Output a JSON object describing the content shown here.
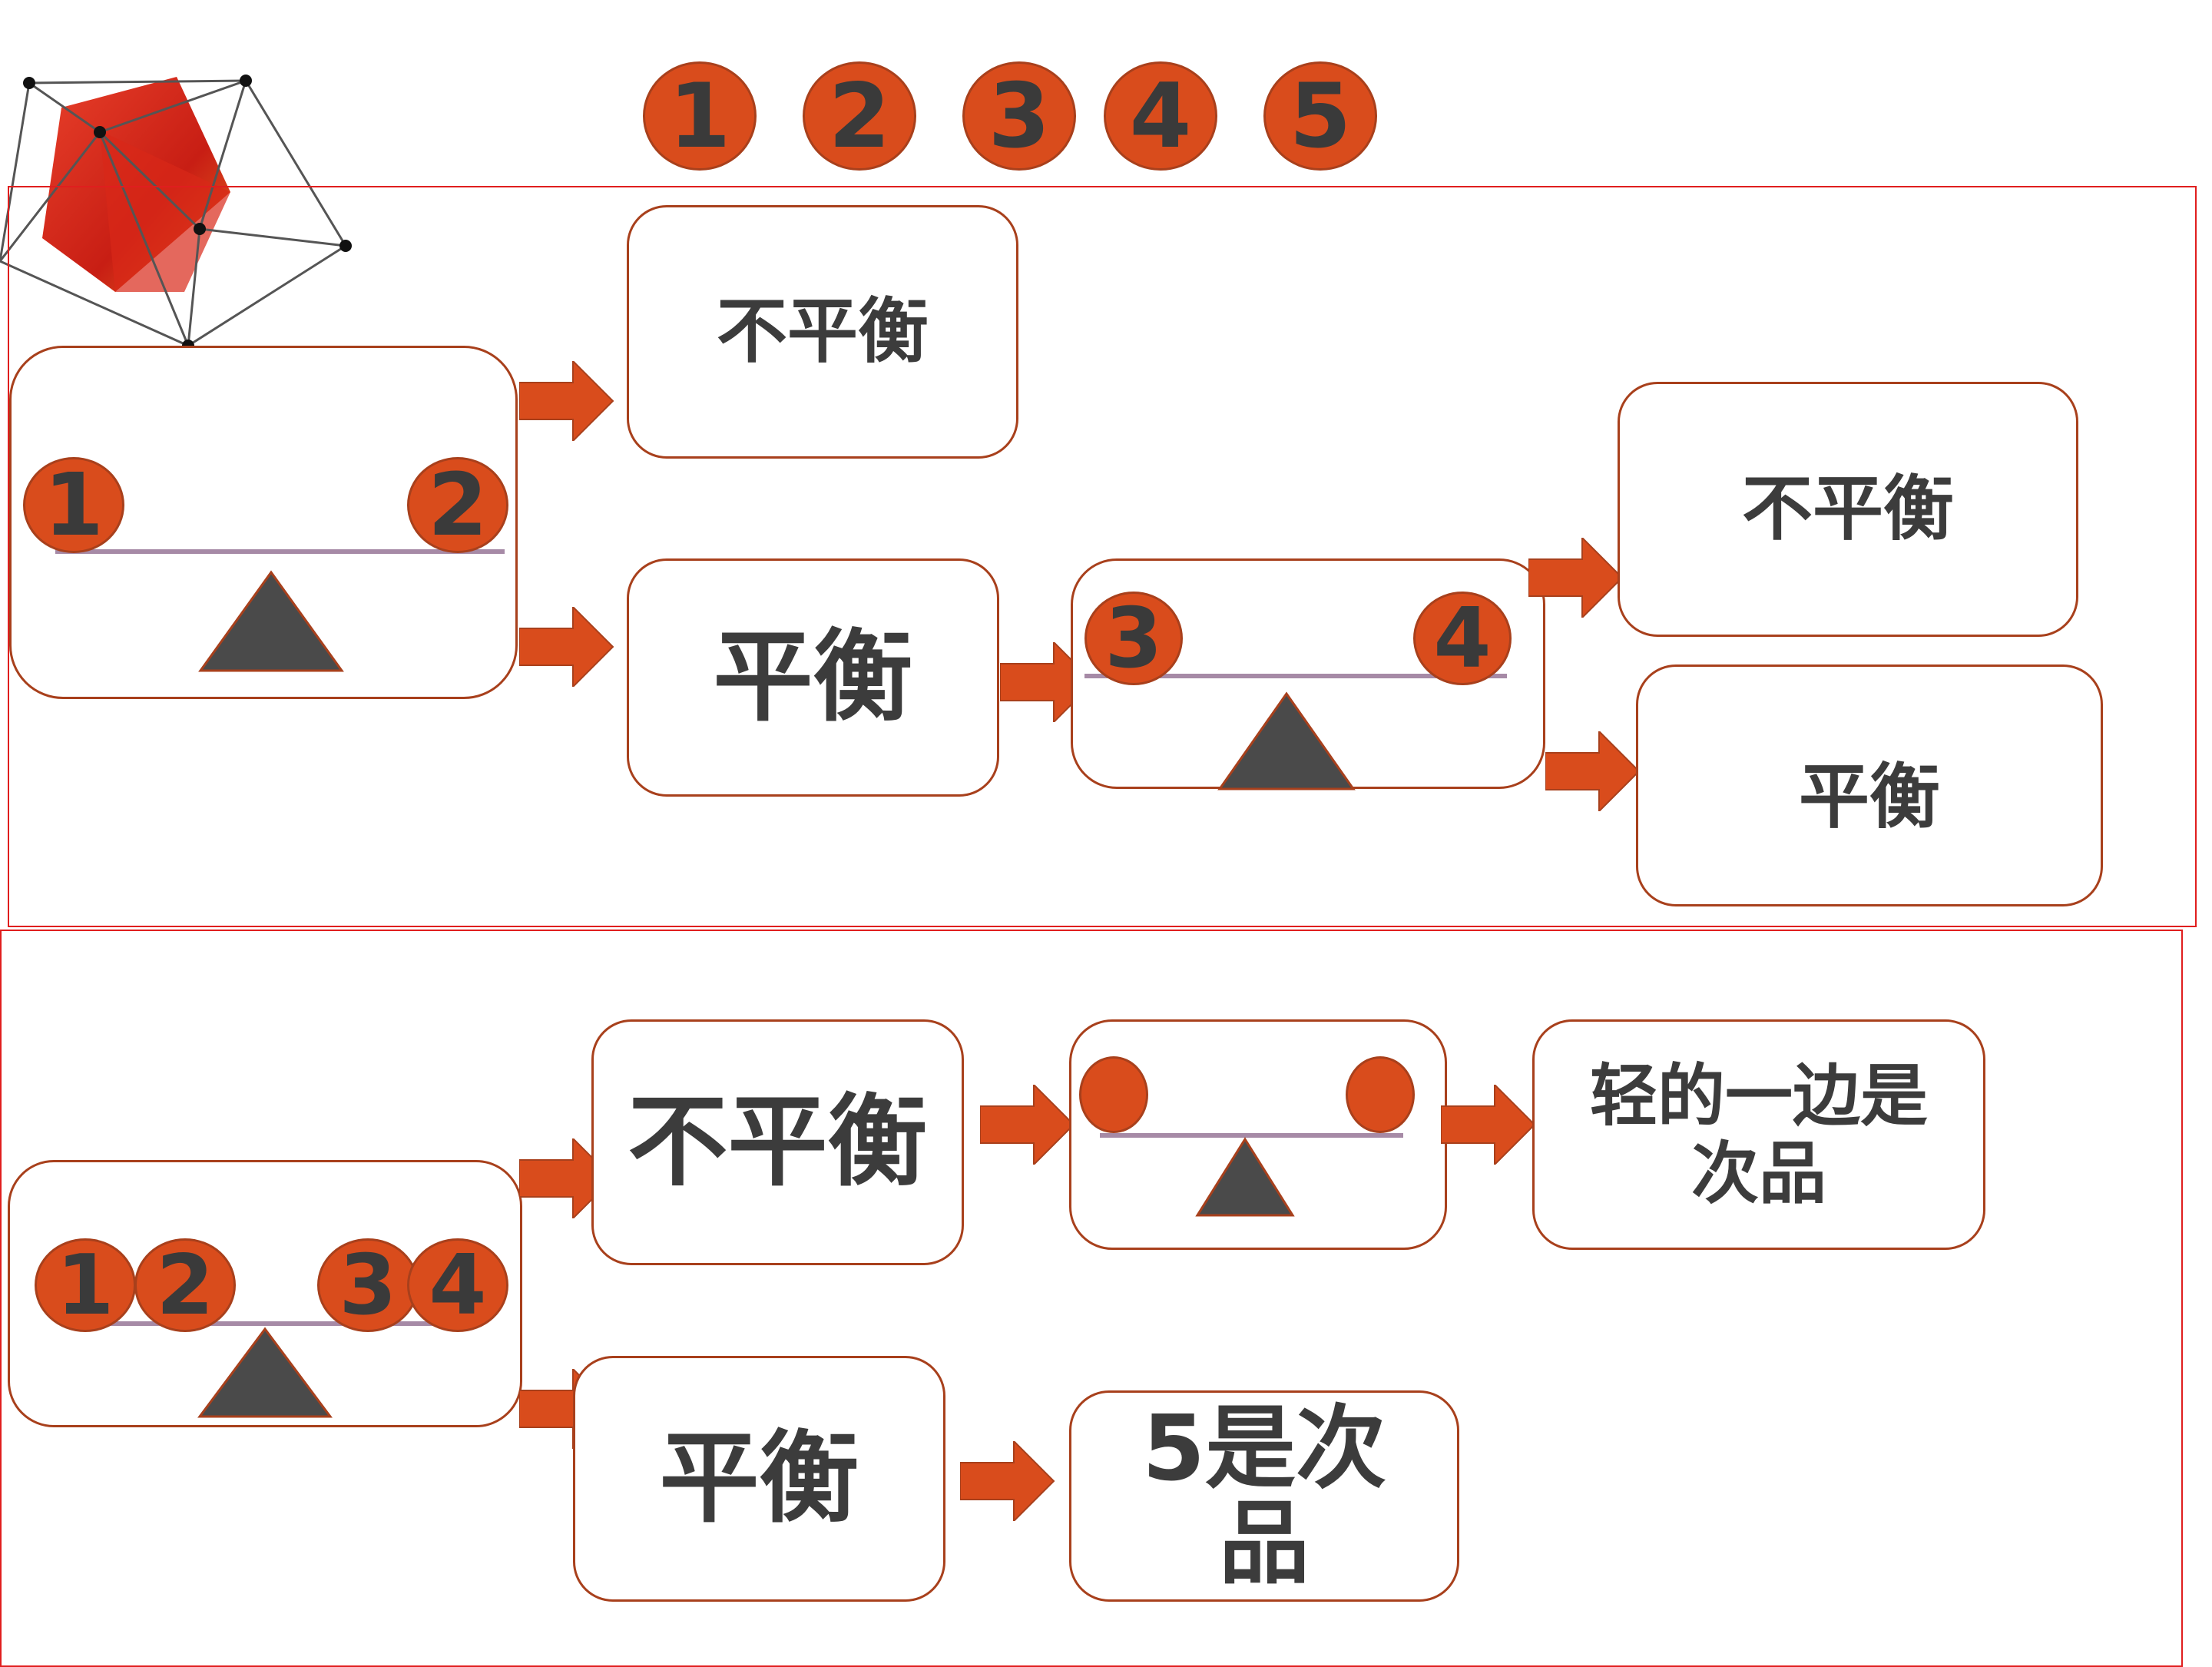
{
  "header_balls": [
    "1",
    "2",
    "3",
    "4",
    "5"
  ],
  "top_section": {
    "scale1_balls": [
      "1",
      "2"
    ],
    "result_unbalanced": "不平衡",
    "result_balanced": "平衡",
    "scale2_balls": [
      "3",
      "4"
    ],
    "scale2_unbalanced": "不平衡",
    "scale2_balanced": "平衡"
  },
  "bottom_section": {
    "scale_balls": [
      "1",
      "2",
      "3",
      "4"
    ],
    "result_unbalanced": "不平衡",
    "result_balanced": "平衡",
    "conclusion_light": "轻的一边是次品",
    "conclusion_5": "5是次品"
  },
  "colors": {
    "ball": "#d94c1c",
    "arrow": "#d94c1c",
    "box_border": "#a8401c",
    "panel_border": "#e01e1e",
    "fulcrum": "#4a4a4a",
    "beam": "#a68aa6"
  },
  "icons": [
    "pentagon-crystal-logo"
  ]
}
